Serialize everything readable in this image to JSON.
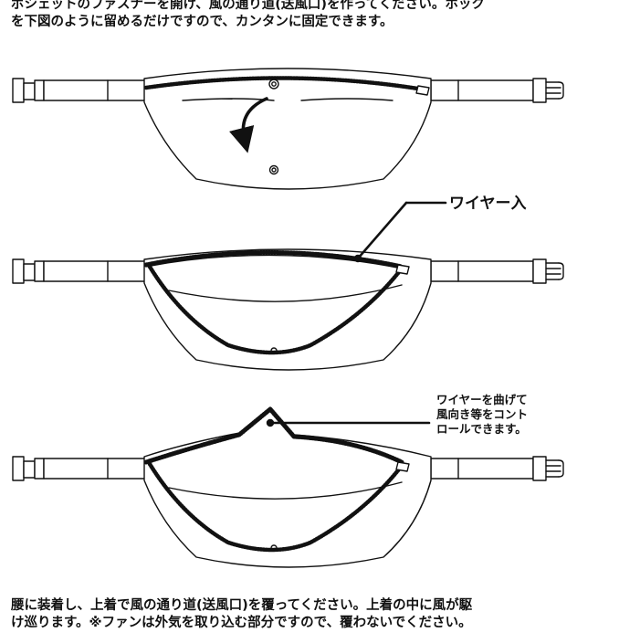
{
  "intro": {
    "line1": "ポシェットのファスナーを開け、風の通り道(送風口)を作ってください。ホック",
    "line2": "を下図のように留めるだけですので、カンタンに固定できます。"
  },
  "callouts": {
    "wire": "ワイヤー入",
    "control_line1": "ワイヤーを曲げて",
    "control_line2": "風向き等をコント",
    "control_line3": "ロールできます。"
  },
  "footer": {
    "line1": "腰に装着し、上着で風の通り道(送風口)を覆ってください。上着の中に風が駆",
    "line2": "け巡ります。※ファンは外気を取り込む部分ですので、覆わないでください。"
  },
  "colors": {
    "ink": "#111111",
    "paper": "#ffffff"
  }
}
